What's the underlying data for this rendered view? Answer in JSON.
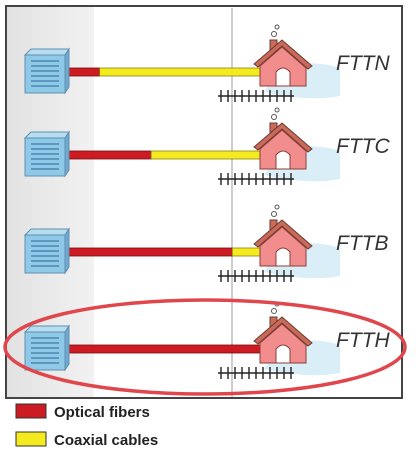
{
  "colors": {
    "optical": "#cc1b22",
    "coaxial": "#f4ea1e",
    "server": "#8fc9e8",
    "house_body": "#f28d8d",
    "house_roof": "#c96a5a",
    "sky": "#d6ecf6",
    "panel": "#ebebeb",
    "frame": "#333333",
    "highlight_ellipse": "#e0474c"
  },
  "rows": [
    {
      "label": "FTTN",
      "optical_share": 0.18
    },
    {
      "label": "FTTC",
      "optical_share": 0.44
    },
    {
      "label": "FTTB",
      "optical_share": 0.85
    },
    {
      "label": "FTTH",
      "optical_share": 1.0
    }
  ],
  "highlighted_row": "FTTH",
  "legend": [
    {
      "label": "Optical fibers",
      "color_key": "optical"
    },
    {
      "label": "Coaxial cables",
      "color_key": "coaxial"
    }
  ],
  "icons": {
    "source": "server-icon",
    "destination": "house-icon",
    "ground": "picket-fence-icon"
  }
}
